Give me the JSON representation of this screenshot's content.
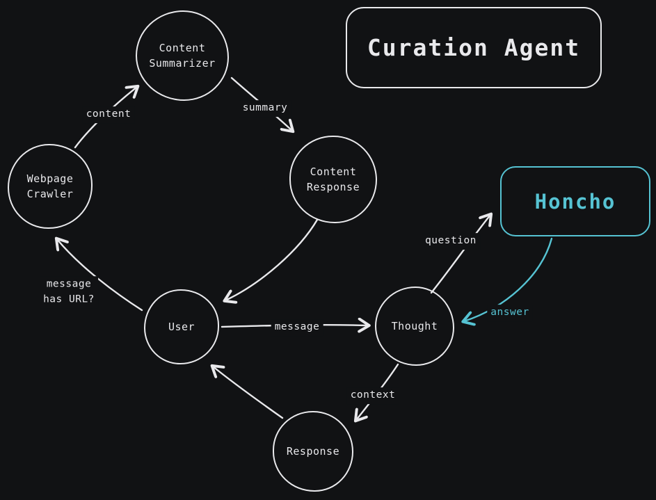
{
  "title_box": {
    "label": "Curation Agent"
  },
  "honcho_box": {
    "label": "Honcho"
  },
  "nodes": {
    "content_summarizer": {
      "label": "Content\nSummarizer"
    },
    "webpage_crawler": {
      "label": "Webpage\nCrawler"
    },
    "content_response": {
      "label": "Content\nResponse"
    },
    "user": {
      "label": "User"
    },
    "thought": {
      "label": "Thought"
    },
    "response": {
      "label": "Response"
    }
  },
  "edge_labels": {
    "content": "content",
    "summary": "summary",
    "message_has_url": "message\nhas URL?",
    "message": "message",
    "question": "question",
    "answer": "answer",
    "context": "context"
  },
  "colors": {
    "background": "#111214",
    "stroke": "#e9e9ec",
    "accent": "#56c3d3"
  }
}
